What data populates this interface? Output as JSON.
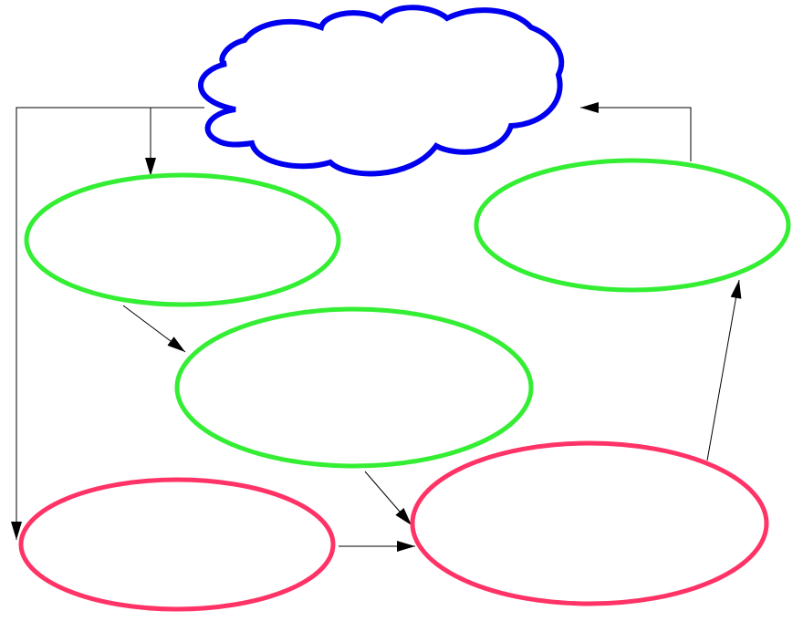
{
  "colors": {
    "cloud_stroke": "#0000ee",
    "green_stroke": "#33ee33",
    "red_stroke": "#ff3366",
    "connector": "#000000",
    "background": "#ffffff"
  },
  "nodes": {
    "cloud": {
      "label": "",
      "shape": "cloud"
    },
    "ellipse_top_left": {
      "label": "",
      "shape": "ellipse"
    },
    "ellipse_top_right": {
      "label": "",
      "shape": "ellipse"
    },
    "ellipse_middle": {
      "label": "",
      "shape": "ellipse"
    },
    "ellipse_bottom_left": {
      "label": "",
      "shape": "ellipse"
    },
    "ellipse_bottom_right": {
      "label": "",
      "shape": "ellipse"
    }
  },
  "edges": [
    {
      "from": "cloud",
      "to": "ellipse_top_left"
    },
    {
      "from": "cloud",
      "to": "ellipse_bottom_left"
    },
    {
      "from": "ellipse_top_left",
      "to": "ellipse_middle"
    },
    {
      "from": "ellipse_middle",
      "to": "ellipse_bottom_right"
    },
    {
      "from": "ellipse_bottom_left",
      "to": "ellipse_bottom_right"
    },
    {
      "from": "ellipse_bottom_right",
      "to": "ellipse_top_right"
    },
    {
      "from": "ellipse_top_right",
      "to": "cloud"
    }
  ]
}
